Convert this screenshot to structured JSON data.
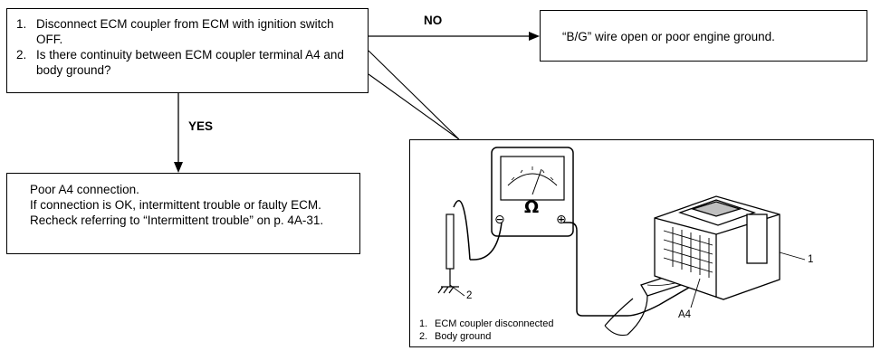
{
  "question_box": {
    "steps": [
      {
        "number": "1.",
        "text": "Disconnect ECM coupler from ECM with ignition switch OFF."
      },
      {
        "number": "2.",
        "text": "Is there continuity between ECM coupler terminal A4 and body ground?"
      }
    ]
  },
  "branch_no": {
    "label": "NO",
    "result": "“B/G” wire open or poor engine ground."
  },
  "branch_yes": {
    "label": "YES",
    "result_lines": [
      "Poor A4 connection.",
      "If connection is OK, intermittent trouble or faulty ECM. Recheck referring to “Intermittent trouble” on p. 4A-31."
    ]
  },
  "illustration": {
    "meter_symbol": "Ω",
    "terminal_minus": "⊖",
    "terminal_plus": "⊕",
    "callouts": {
      "coupler": "1",
      "ground": "2",
      "terminal": "A4"
    },
    "legend": [
      {
        "number": "1.",
        "text": "ECM coupler disconnected"
      },
      {
        "number": "2.",
        "text": "Body ground"
      }
    ]
  }
}
